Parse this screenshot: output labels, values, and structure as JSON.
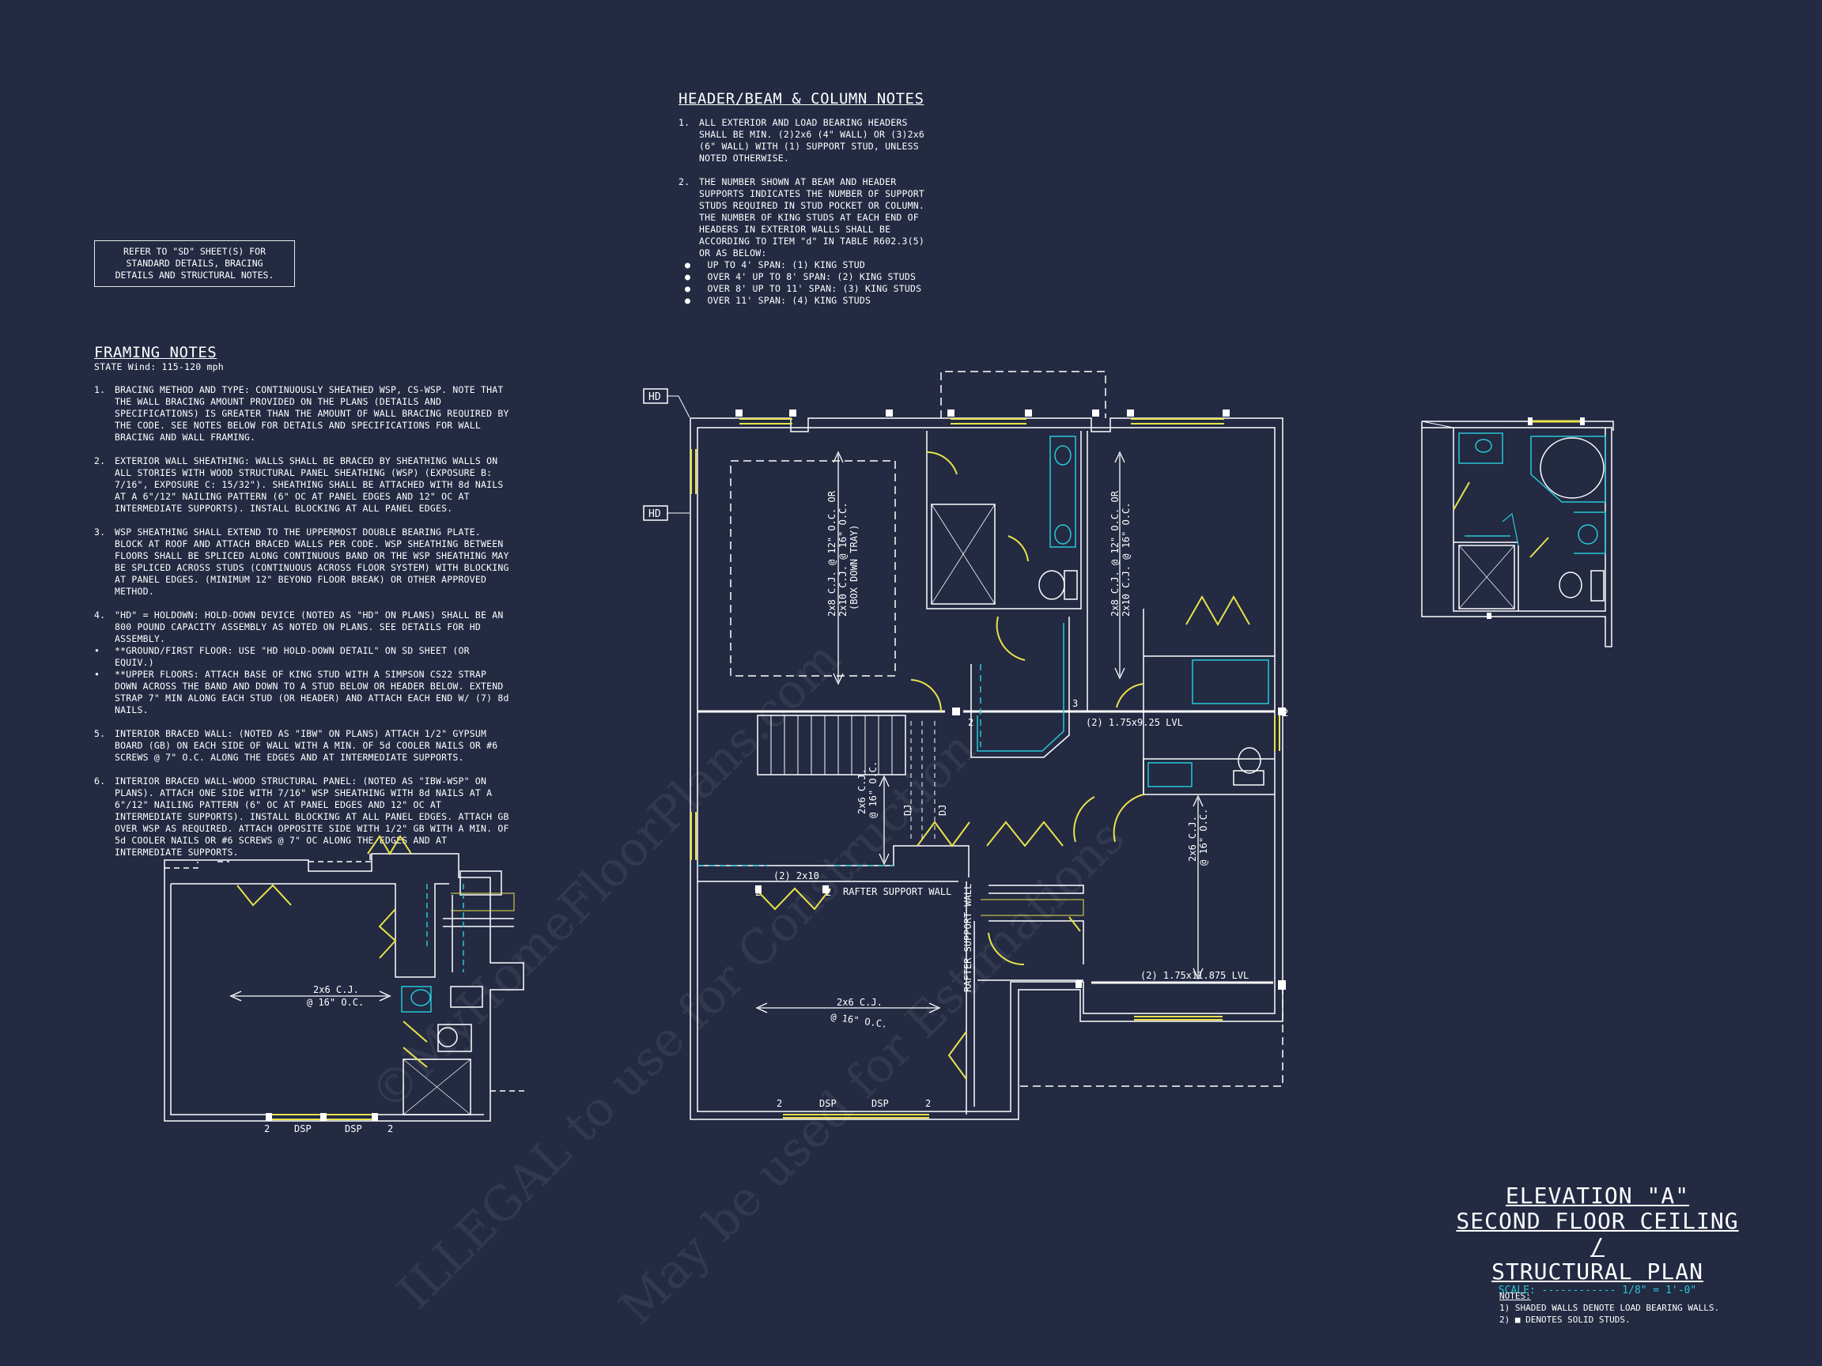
{
  "header_notes": {
    "title": "HEADER/BEAM & COLUMN NOTES",
    "items": [
      {
        "num": "1.",
        "text": "ALL EXTERIOR AND LOAD BEARING HEADERS SHALL BE MIN. (2)2x6 (4\" WALL) OR (3)2x6 (6\" WALL) WITH (1) SUPPORT STUD, UNLESS NOTED OTHERWISE."
      },
      {
        "num": "2.",
        "text": "THE NUMBER SHOWN AT BEAM AND HEADER SUPPORTS INDICATES THE NUMBER OF SUPPORT STUDS REQUIRED IN STUD POCKET OR COLUMN. THE NUMBER OF KING STUDS AT EACH END OF HEADERS IN EXTERIOR WALLS SHALL BE ACCORDING TO ITEM \"d\" IN TABLE R602.3(5) OR AS BELOW:"
      }
    ],
    "bullets": [
      "UP TO 4' SPAN: (1) KING STUD",
      "OVER 4' UP TO 8' SPAN: (2) KING STUDS",
      "OVER 8' UP TO 11' SPAN: (3) KING STUDS",
      "OVER 11' SPAN: (4) KING STUDS"
    ]
  },
  "refer_box": {
    "line1": "REFER TO \"SD\" SHEET(S) FOR",
    "line2": "STANDARD DETAILS, BRACING",
    "line3": "DETAILS AND STRUCTURAL NOTES."
  },
  "framing_notes": {
    "title": "FRAMING NOTES",
    "subtitle": "STATE Wind: 115-120 mph",
    "items": [
      {
        "num": "1.",
        "text": "BRACING METHOD AND TYPE: CONTINUOUSLY SHEATHED WSP, CS-WSP. NOTE THAT THE WALL BRACING AMOUNT PROVIDED ON THE PLANS (DETAILS AND SPECIFICATIONS) IS GREATER THAN THE AMOUNT OF WALL BRACING REQUIRED BY THE CODE. SEE NOTES BELOW FOR DETAILS AND SPECIFICATIONS FOR WALL BRACING AND WALL FRAMING."
      },
      {
        "num": "2.",
        "text": "EXTERIOR WALL SHEATHING: WALLS SHALL BE BRACED BY SHEATHING WALLS ON ALL STORIES WITH WOOD STRUCTURAL PANEL SHEATHING (WSP) (EXPOSURE B: 7/16\", EXPOSURE C: 15/32\"). SHEATHING SHALL BE ATTACHED WITH 8d NAILS AT A 6\"/12\" NAILING PATTERN (6\" OC AT PANEL EDGES AND 12\" OC AT INTERMEDIATE SUPPORTS). INSTALL BLOCKING AT ALL PANEL EDGES."
      },
      {
        "num": "3.",
        "text": "WSP SHEATHING SHALL EXTEND TO THE UPPERMOST DOUBLE BEARING PLATE. BLOCK AT ROOF AND ATTACH BRACED WALLS PER CODE. WSP SHEATHING BETWEEN FLOORS SHALL BE SPLICED ALONG CONTINUOUS BAND OR THE WSP SHEATHING MAY BE SPLICED ACROSS STUDS (CONTINUOUS ACROSS FLOOR SYSTEM) WITH BLOCKING AT PANEL EDGES. (MINIMUM 12\" BEYOND FLOOR BREAK) OR OTHER APPROVED METHOD."
      },
      {
        "num": "4.",
        "text": "\"HD\" = HOLDOWN: HOLD-DOWN DEVICE (NOTED AS \"HD\" ON PLANS) SHALL BE AN 800 POUND CAPACITY ASSEMBLY AS NOTED ON PLANS. SEE DETAILS FOR HD ASSEMBLY."
      },
      {
        "num": "•",
        "text": "**GROUND/FIRST FLOOR: USE \"HD HOLD-DOWN DETAIL\" ON SD SHEET (OR EQUIV.)"
      },
      {
        "num": "•",
        "text": "**UPPER FLOORS: ATTACH BASE OF KING STUD WITH A SIMPSON CS22 STRAP DOWN ACROSS THE BAND AND DOWN TO A STUD BELOW OR HEADER BELOW. EXTEND STRAP 7\" MIN ALONG EACH STUD (OR HEADER) AND ATTACH EACH END W/ (7) 8d NAILS."
      },
      {
        "num": "5.",
        "text": "INTERIOR BRACED WALL: (NOTED AS \"IBW\" ON PLANS) ATTACH 1/2\" GYPSUM BOARD (GB) ON EACH SIDE OF WALL WITH A MIN. OF 5d COOLER NAILS OR #6 SCREWS @ 7\" O.C. ALONG THE EDGES AND AT INTERMEDIATE SUPPORTS."
      },
      {
        "num": "6.",
        "text": "INTERIOR BRACED WALL-WOOD STRUCTURAL PANEL: (NOTED AS \"IBW-WSP\" ON PLANS). ATTACH ONE SIDE WITH 7/16\" WSP SHEATHING WITH 8d NAILS AT A 6\"/12\" NAILING PATTERN (6\" OC AT PANEL EDGES AND 12\" OC AT INTERMEDIATE SUPPORTS). INSTALL BLOCKING AT ALL PANEL EDGES. ATTACH GB OVER WSP AS REQUIRED. ATTACH OPPOSITE SIDE WITH 1/2\" GB WITH A MIN. OF 5d COOLER NAILS OR #6 SCREWS @ 7\" OC ALONG THE EDGES AND AT INTERMEDIATE SUPPORTS."
      }
    ]
  },
  "plan_labels": {
    "hd": "HD",
    "cj_box": "2x8 C.J. @ 12\" O.C. OR",
    "cj_box2": "2x10 C.J. @ 16\" O.C.",
    "box_tray": "(BOX DOWN TRAY)",
    "cj_right": "2x8 C.J. @ 12\" O.C. OR",
    "cj_right2": "2x10 C.J. @ 16\" O.C.",
    "cj_stair": "2x6 C.J.",
    "cj_stair2": "@ 16\" O.C.",
    "dj": "DJ",
    "lvl1": "(2) 1.75x9.25 LVL",
    "lvl2": "(2) 1.75x11.875 LVL",
    "two_by_ten": "(2) 2x10",
    "rafter_wall": "RAFTER SUPPORT WALL",
    "rafter_wall_v": "RAFTER SUPPORT WALL",
    "cj_bottom": "2x6 C.J.",
    "cj_bottom2": "@ 16\" O.C.",
    "cj_br": "2x6 C.J.",
    "cj_br2": "@ 16\" O.C.",
    "cj_left": "2x6 C.J.",
    "cj_left2": "@ 16\" O.C.",
    "dsp": "DSP",
    "two": "2",
    "three": "3"
  },
  "elevation": {
    "line1": "ELEVATION \"A\"",
    "line2": "SECOND FLOOR CEILING /",
    "line3": "STRUCTURAL PLAN",
    "scale": "SCALE: ------------ 1/8\" = 1'-0\""
  },
  "legend": {
    "title": "NOTES:",
    "item1": "1) SHADED WALLS DENOTE LOAD BEARING WALLS.",
    "item2": "2) ■ DENOTES SOLID STUDS."
  },
  "watermark": {
    "line1": "©MyHomeFloorPlans.com",
    "line2": "ILLEGAL to use for Construction",
    "line3": "May be used for Estimations"
  },
  "colors": {
    "background": "#232a42",
    "lines": "#ffffff",
    "accent_yellow": "#e8e24a",
    "accent_cyan": "#27c8d8"
  }
}
